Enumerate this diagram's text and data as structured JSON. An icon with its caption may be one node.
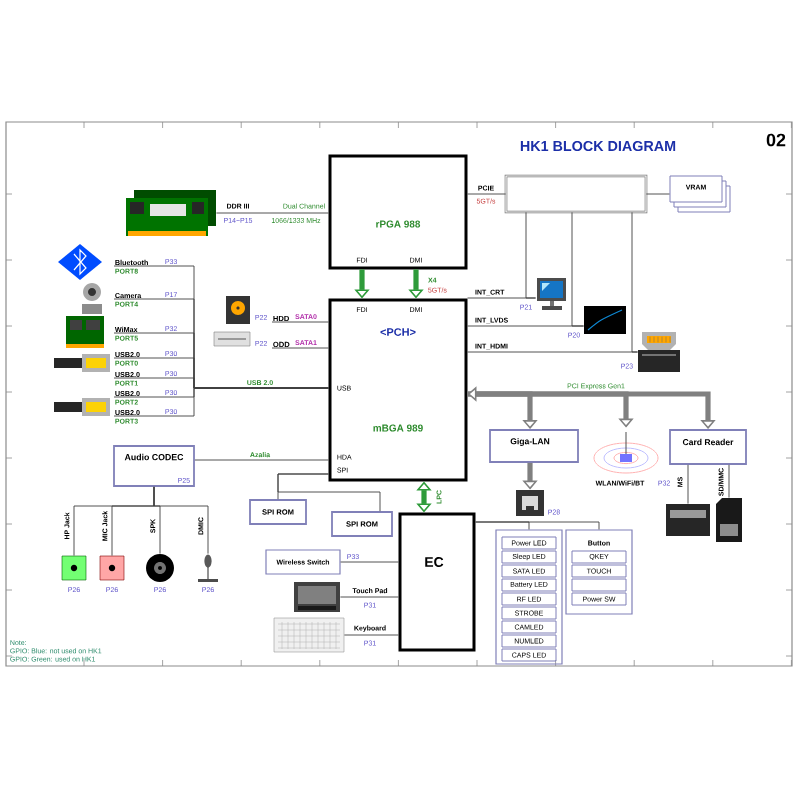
{
  "diagram": {
    "title": "HK1 BLOCK DIAGRAM",
    "nodes": [
      {
        "text": [
          "rPGA 988",
          "FDI",
          "DMI"
        ]
      },
      {
        "text": [
          "<PCH>",
          "mBGA 989",
          "FDI",
          "DMI",
          "USB",
          "HDA",
          "SPI"
        ]
      },
      {
        "text": [],
        "shape": "picture"
      },
      {
        "text": [],
        "shape": "box"
      },
      {
        "text": [
          "VRAM"
        ]
      },
      {
        "text": [],
        "shape": "picture",
        "beside": [
          "P21"
        ]
      },
      {
        "text": [],
        "shape": "picture",
        "beside": [
          "P20"
        ]
      },
      {
        "text": [],
        "shape": "picture",
        "beside": [
          "P23"
        ]
      },
      {
        "text": [
          "Bluetooth"
        ],
        "beside": [
          "PORT8",
          "P33"
        ]
      },
      {
        "text": [
          "Camera"
        ],
        "beside": [
          "PORT4",
          "P17"
        ]
      },
      {
        "text": [
          "WiMax"
        ],
        "beside": [
          "PORT5",
          "P32"
        ]
      },
      {
        "text": [
          "USB2.0"
        ],
        "beside": [
          "PORT0",
          "P30"
        ]
      },
      {
        "text": [
          "USB2.0"
        ],
        "beside": [
          "PORT1",
          "P30"
        ]
      },
      {
        "text": [
          "USB2.0"
        ],
        "beside": [
          "PORT2",
          "P30"
        ]
      },
      {
        "text": [
          "USB2.0"
        ],
        "beside": [
          "PORT3",
          "P30"
        ]
      },
      {
        "text": [
          "HDD"
        ],
        "beside": [
          "P22"
        ]
      },
      {
        "text": [
          "ODD"
        ],
        "beside": [
          "P22"
        ]
      },
      {
        "text": [
          "Audio CODEC",
          "P25"
        ]
      },
      {
        "text": [],
        "shape": "picture",
        "beside": [
          "HP Jack",
          "P26"
        ]
      },
      {
        "text": [],
        "shape": "picture",
        "beside": [
          "MIC Jack",
          "P26"
        ]
      },
      {
        "text": [],
        "shape": "picture",
        "beside": [
          "SPK",
          "P26"
        ]
      },
      {
        "text": [],
        "shape": "picture",
        "beside": [
          "DMIC",
          "P26"
        ]
      },
      {
        "text": [
          "SPI ROM"
        ]
      },
      {
        "text": [
          "SPI ROM"
        ]
      },
      {
        "text": [
          "EC"
        ]
      },
      {
        "text": [
          "Wireless Switch"
        ],
        "beside": [
          "P33"
        ]
      },
      {
        "text": [],
        "shape": "picture",
        "beside": [
          "Touch Pad",
          "P31"
        ]
      },
      {
        "text": [],
        "shape": "picture",
        "beside": [
          "Keyboard",
          "P31"
        ]
      },
      {
        "text": [
          "Giga-LAN"
        ]
      },
      {
        "text": [],
        "shape": "picture",
        "beside": [
          "P28"
        ]
      },
      {
        "text": [],
        "shape": "picture",
        "beside": [
          "WLAN/WiFi/BT",
          "P32"
        ]
      },
      {
        "text": [
          "Card Reader"
        ]
      },
      {
        "text": [],
        "shape": "picture"
      },
      {
        "text": [],
        "shape": "picture"
      },
      {
        "text": [],
        "shape": "box"
      },
      {
        "text": [
          "Power LED"
        ],
        "in": 34
      },
      {
        "text": [
          "Sleep LED"
        ],
        "in": 34
      },
      {
        "text": [
          "SATA LED"
        ],
        "in": 34
      },
      {
        "text": [
          "Battery LED"
        ],
        "in": 34
      },
      {
        "text": [
          "RF LED"
        ],
        "in": 34
      },
      {
        "text": [
          "STROBE"
        ],
        "in": 34
      },
      {
        "text": [
          "CAMLED"
        ],
        "in": 34
      },
      {
        "text": [
          "NUMLED"
        ],
        "in": 34
      },
      {
        "text": [
          "CAPS LED"
        ],
        "in": 34
      },
      {
        "text": [
          "Button"
        ]
      },
      {
        "text": [
          "QKEY"
        ],
        "in": 44
      },
      {
        "text": [
          "TOUCH"
        ],
        "in": 44
      },
      {
        "text": [],
        "shape": "box",
        "in": 44
      },
      {
        "text": [
          "Power SW"
        ],
        "in": 44
      }
    ],
    "edges": [
      {
        "from": 2,
        "to": 0,
        "arrow": "none",
        "label": "Dual Channel"
      },
      {
        "from": 0,
        "to": 1,
        "arrow": "to",
        "style": "thick",
        "color": "#2e9b3a"
      },
      {
        "from": 0,
        "to": 1,
        "arrow": "to",
        "style": "thick",
        "color": "#2e9b3a",
        "label": "X4"
      },
      {
        "from": 0,
        "to": 3,
        "arrow": "none",
        "label": "PCIE"
      },
      {
        "from": 3,
        "to": 4,
        "arrow": "none"
      },
      {
        "from": 1,
        "to": 5,
        "arrow": "none",
        "label": "INT_CRT"
      },
      {
        "from": 3,
        "to": 5,
        "arrow": "none"
      },
      {
        "from": 1,
        "to": 6,
        "arrow": "none",
        "label": "INT_LVDS"
      },
      {
        "from": 3,
        "to": 6,
        "arrow": "none"
      },
      {
        "from": 1,
        "to": 7,
        "arrow": "none",
        "label": "INT_HDMI"
      },
      {
        "from": 3,
        "to": 7,
        "arrow": "none"
      },
      {
        "from": 8,
        "to": 1,
        "arrow": "none",
        "label": "USB 2.0"
      },
      {
        "from": 9,
        "to": 1,
        "arrow": "none"
      },
      {
        "from": 10,
        "to": 1,
        "arrow": "none"
      },
      {
        "from": 11,
        "to": 1,
        "arrow": "none"
      },
      {
        "from": 12,
        "to": 1,
        "arrow": "none"
      },
      {
        "from": 13,
        "to": 1,
        "arrow": "none"
      },
      {
        "from": 14,
        "to": 1,
        "arrow": "none"
      },
      {
        "from": 15,
        "to": 1,
        "arrow": "none",
        "label": "SATA0"
      },
      {
        "from": 16,
        "to": 1,
        "arrow": "none",
        "label": "SATA1"
      },
      {
        "from": 17,
        "to": 1,
        "arrow": "none",
        "label": "Azalia"
      },
      {
        "from": 17,
        "to": 18,
        "arrow": "none"
      },
      {
        "from": 17,
        "to": 19,
        "arrow": "none"
      },
      {
        "from": 17,
        "to": 20,
        "arrow": "none"
      },
      {
        "from": 17,
        "to": 21,
        "arrow": "none"
      },
      {
        "from": 1,
        "to": 22,
        "arrow": "none"
      },
      {
        "from": 1,
        "to": 23,
        "arrow": "none"
      },
      {
        "from": 1,
        "to": 24,
        "arrow": "both",
        "style": "thick",
        "color": "#2e9b3a",
        "label": "LPC"
      },
      {
        "from": 25,
        "to": 24,
        "arrow": "none"
      },
      {
        "from": 26,
        "to": 24,
        "arrow": "none"
      },
      {
        "from": 27,
        "to": 24,
        "arrow": "none"
      },
      {
        "from": 1,
        "to": 28,
        "arrow": "to",
        "style": "thick"
      },
      {
        "from": 1,
        "to": 30,
        "arrow": "to",
        "style": "thick",
        "label": "PCI Express Gen1"
      },
      {
        "from": 1,
        "to": 31,
        "arrow": "both",
        "style": "thick"
      },
      {
        "from": 28,
        "to": 29,
        "arrow": "to",
        "style": "thick"
      },
      {
        "from": 31,
        "to": 32,
        "arrow": "none",
        "label": "MS"
      },
      {
        "from": 31,
        "to": 33,
        "arrow": "none",
        "label": "SD/MMC"
      },
      {
        "from": 24,
        "to": 34,
        "arrow": "none"
      },
      {
        "from": 24,
        "to": 44,
        "arrow": "none"
      }
    ],
    "labels": [
      "02",
      "DDR III",
      "P14~P15",
      "1066/1333 MHz",
      "5GT/s",
      "5GT/s",
      "Note:",
      "GPIO: Blue: not used on HK1",
      "GPIO: Green: used on HK1"
    ]
  }
}
